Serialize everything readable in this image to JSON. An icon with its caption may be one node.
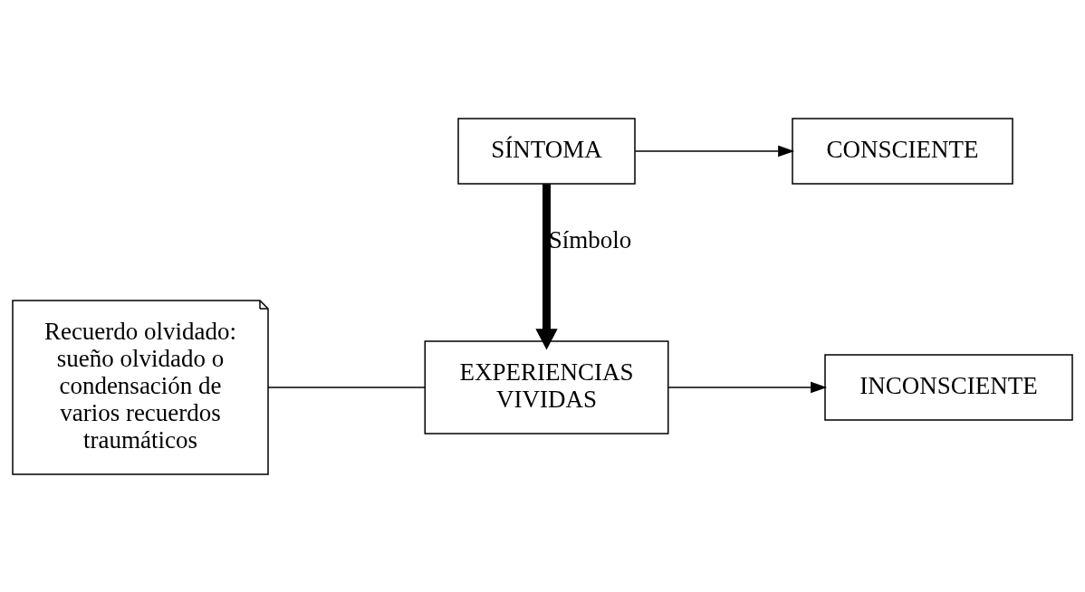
{
  "diagram": {
    "nodes": [
      {
        "text": [
          "SÍNTOMA"
        ]
      },
      {
        "text": [
          "CONSCIENTE"
        ]
      },
      {
        "text": [
          "EXPERIENCIAS VIVIDAS"
        ]
      },
      {
        "text": [
          "INCONSCIENTE"
        ]
      },
      {
        "text": [
          "Recuerdo olvidado: sueño olvidado o condensación de varios recuerdos traumáticos"
        ]
      }
    ],
    "edges": [
      {
        "from": 0,
        "to": 1,
        "arrow": "to"
      },
      {
        "from": 0,
        "to": 2,
        "arrow": "to",
        "label": "Símbolo",
        "style": "thick"
      },
      {
        "from": 4,
        "to": 2,
        "arrow": "none"
      },
      {
        "from": 2,
        "to": 3,
        "arrow": "to"
      }
    ]
  }
}
